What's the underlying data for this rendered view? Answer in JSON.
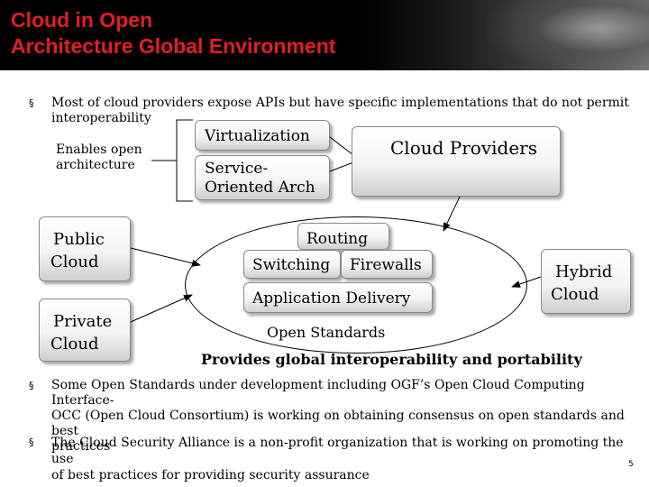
{
  "slide": {
    "title_line1": "Cloud in Open",
    "title_line2": "Architecture Global Environment",
    "bullet_mark": "§",
    "bullet1_line1": "Most  of cloud providers expose APIs but have specific implementations that do not permit",
    "bullet1_line2": "interoperability",
    "bullet2_line1": "Some Open Standards under development including OGF’s Open Cloud Computing Interface-",
    "bullet2_line2": "OCC (Open Cloud Consortium) is working on obtaining consensus on open standards and best",
    "bullet2_line3": "practices",
    "bullet3_line1": "The Cloud Security Alliance is a non-profit organization that is working on promoting the use",
    "bullet3_line2": "of best practices for providing security assurance",
    "page_number": "5"
  },
  "diagram": {
    "enables_line1": "Enables open",
    "enables_line2": "architecture",
    "virtualization": "Virtualization",
    "soa_line1": "Service-",
    "soa_line2": "Oriented Arch",
    "cloud_providers": "Cloud Providers",
    "public_line1": "Public",
    "public_line2": "Cloud",
    "private_line1": "Private",
    "private_line2": "Cloud",
    "routing": "Routing",
    "switching": "Switching",
    "firewalls": "Firewalls",
    "application_delivery": "Application Delivery",
    "hybrid_line1": "Hybrid",
    "hybrid_line2": "Cloud",
    "open_standards": "Open  Standards",
    "provides": "Provides global interoperability and portability"
  }
}
